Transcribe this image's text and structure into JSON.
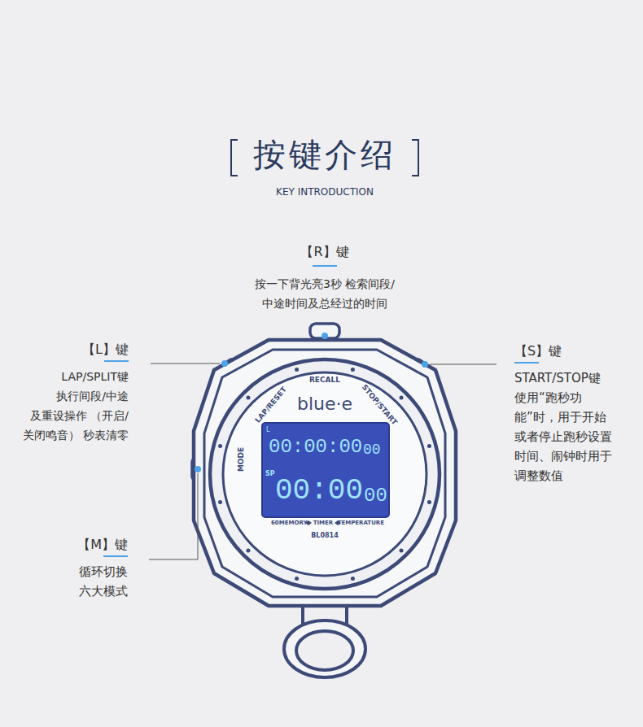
{
  "diagram": {
    "title": "按键介绍",
    "labels": [
      "KEY INTRODUCTION",
      "【R】键",
      "按一下背光亮3秒 检索间段/中途时间及总经过的时间",
      "【L】键",
      "LAP/SPLIT键 执行间段/中途 及重设操作 （开启/关闭鸣音） 秒表清零",
      "【S】键",
      "START/STOP键 使用“跑秒功能”时，用于开始或者停止跑秒设置时间、闹钟时用于调整数值",
      "【M】键",
      "循环切换 六大模式",
      "RECALL",
      "LAP/RESET",
      "STOP/START",
      "blue·e",
      "MODE",
      "L",
      "00:00:00",
      "00",
      "SP",
      "00:00",
      "00",
      "60MEMORY",
      "TIMER",
      "TEMPERATURE",
      "BL0814"
    ]
  }
}
